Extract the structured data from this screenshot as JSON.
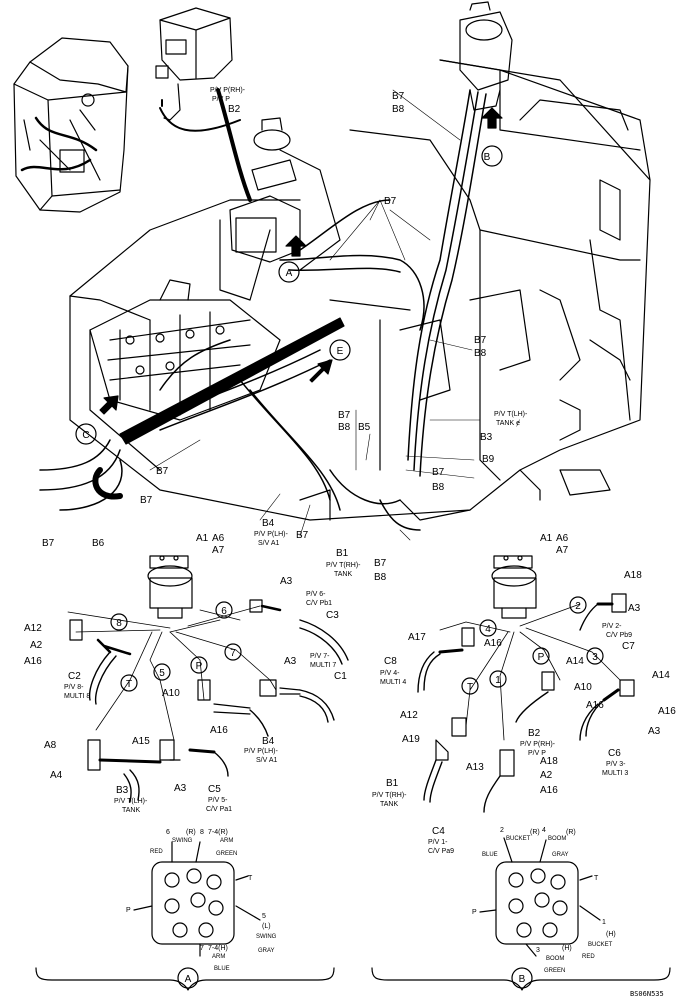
{
  "figure_id": "BS06N535",
  "overview": {
    "views": [
      "A",
      "B",
      "C",
      "E"
    ],
    "labels": {
      "pvp_rh": "P/V P(RH)-",
      "pvp_p": "P/V P",
      "b2": "B2",
      "b7": "B7",
      "b8": "B8",
      "b3": "B3",
      "b5": "B5",
      "b6": "B6",
      "b9": "B9",
      "b4": "B4",
      "b1": "B1",
      "pvt_lh_tank": "P/V T(LH)-",
      "tank_e": "TANK ɇ",
      "pvp_lh_sva1_1": "P/V P(LH)-",
      "pvp_lh_sva1_2": "S/V A1",
      "pvt_rh_tank_1": "P/V T(RH)-",
      "pvt_rh_tank_2": "TANK"
    }
  },
  "detail_a": {
    "fittings": [
      "A1",
      "A6",
      "A7",
      "A3",
      "A12",
      "A2",
      "A16",
      "A10",
      "A15",
      "A8",
      "A4"
    ],
    "hoses": [
      "C3",
      "C2",
      "C1",
      "B4",
      "B3",
      "C5"
    ],
    "circles": [
      "8",
      "6",
      "5",
      "7",
      "P",
      "T"
    ],
    "notes": {
      "c3": [
        "P/V 6-",
        "C/V Pb1"
      ],
      "c2": [
        "P/V 8-",
        "MULTI 8"
      ],
      "c1": [
        "P/V 7-",
        "MULTI 7"
      ],
      "b4": [
        "P/V P(LH)-",
        "S/V A1"
      ],
      "b3": [
        "P/V T(LH)-",
        "TANK"
      ],
      "c5": [
        "P/V 5-",
        "C/V Pa1"
      ]
    },
    "ports": {
      "p6": "6",
      "p6_r": "(R)",
      "p6_func": "SWING",
      "p6_color": "RED",
      "p8": "8",
      "p8_func": "7-4(R)",
      "p8_arm": "ARM",
      "p8_color": "GREEN",
      "p5": "5",
      "p5_l": "(L)",
      "p5_func": "SWING",
      "p5_color": "GRAY",
      "p7": "7",
      "p7_func": "7-4(H)",
      "p7_arm": "ARM",
      "p7_color": "BLUE",
      "p": "P",
      "t": "T"
    },
    "section": "A"
  },
  "detail_b": {
    "fittings": [
      "A1",
      "A6",
      "A7",
      "A18",
      "A3",
      "A17",
      "A16",
      "A14",
      "A10",
      "A12",
      "A19",
      "A13",
      "A2"
    ],
    "hoses": [
      "C7",
      "C8",
      "C6",
      "B2",
      "B1",
      "C4"
    ],
    "circles": [
      "2",
      "4",
      "3",
      "1",
      "P",
      "T"
    ],
    "notes": {
      "c7": [
        "P/V 2-",
        "C/V Pb9"
      ],
      "c8": [
        "P/V 4-",
        "MULTI 4"
      ],
      "c6": [
        "P/V 3-",
        "MULTI 3"
      ],
      "b2": [
        "P/V P(RH)-",
        "P/V P"
      ],
      "b1": [
        "P/V T(RH)-",
        "TANK"
      ],
      "c4": [
        "P/V 1-",
        "C/V Pa9"
      ]
    },
    "ports": {
      "p2": "2",
      "p2_func": "BUCKET",
      "p2_r": "(R)",
      "p2_color": "BLUE",
      "p4": "4",
      "p4_func": "BOOM",
      "p4_r": "(R)",
      "p4_color": "GRAY",
      "p1": "1",
      "p1_h": "(H)",
      "p1_func": "BUCKET",
      "p1_color": "RED",
      "p3": "3",
      "p3_h": "(H)",
      "p3_func": "BOOM",
      "p3_color": "GREEN",
      "p": "P",
      "t": "T"
    },
    "section": "B"
  },
  "colors": {
    "line": "#000000",
    "background": "#ffffff"
  }
}
